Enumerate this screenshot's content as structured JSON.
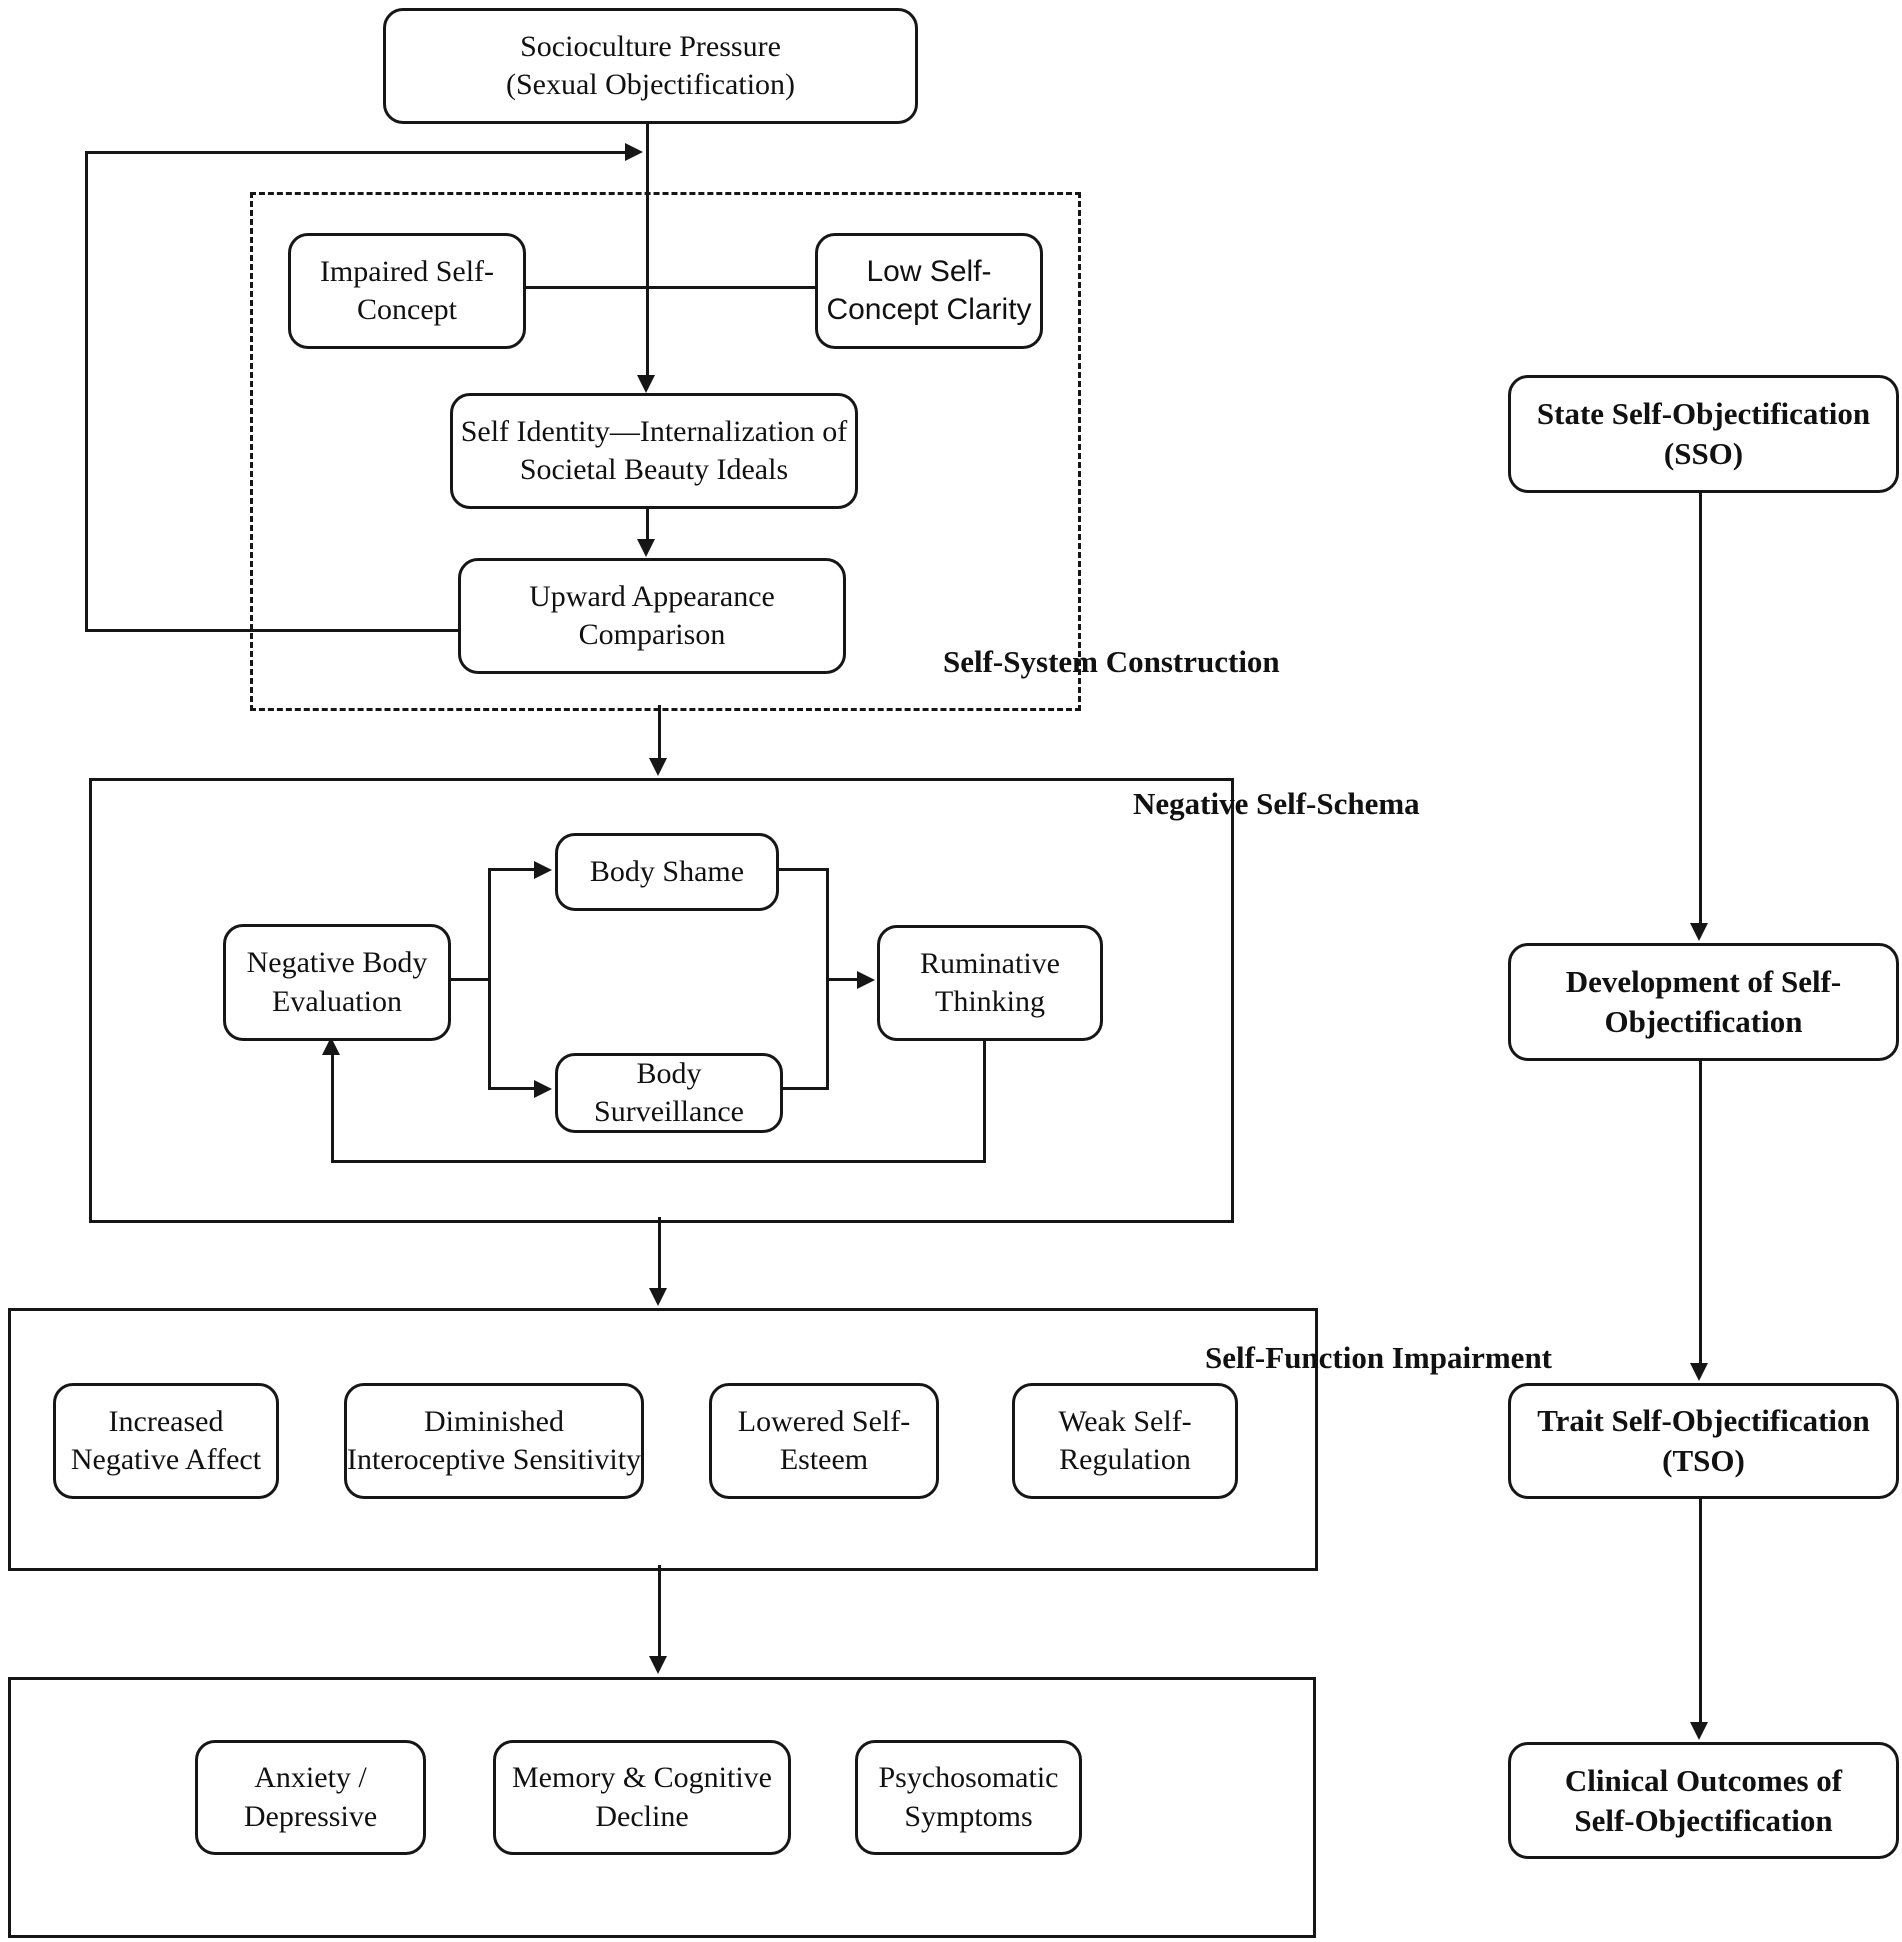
{
  "colors": {
    "line": "#161616",
    "background": "#ffffff",
    "text": "#111111"
  },
  "flow": {
    "socio": {
      "lines": [
        "Socioculture Pressure",
        "(Sexual Objectification)"
      ]
    },
    "self_system": {
      "label": "Self-System Construction",
      "impaired": {
        "lines": [
          "Impaired Self-",
          "Concept"
        ]
      },
      "low_clarity": {
        "lines": [
          "Low Self-",
          "Concept Clarity"
        ]
      },
      "self_identity": {
        "lines": [
          "Self Identity—Internalization of",
          "Societal Beauty Ideals"
        ]
      },
      "upward": {
        "lines": [
          "Upward Appearance",
          "Comparison"
        ]
      }
    },
    "negative_schema": {
      "label": "Negative Self-Schema",
      "body_shame": {
        "lines": [
          "Body Shame"
        ]
      },
      "negative_body_evaluation": {
        "lines": [
          "Negative Body",
          "Evaluation"
        ]
      },
      "ruminative": {
        "lines": [
          "Ruminative",
          "Thinking"
        ]
      },
      "body_surveillance": {
        "lines": [
          "Body",
          "Surveillance"
        ]
      }
    },
    "self_function": {
      "label": "Self-Function Impairment",
      "increased_negative_affect": {
        "lines": [
          "Increased",
          "Negative Affect"
        ]
      },
      "diminished_interoceptive": {
        "lines": [
          "Diminished",
          "Interoceptive Sensitivity"
        ]
      },
      "lowered_self_esteem": {
        "lines": [
          "Lowered Self-",
          "Esteem"
        ]
      },
      "weak_self_regulation": {
        "lines": [
          "Weak Self-",
          "Regulation"
        ]
      }
    },
    "outcomes": {
      "anxiety_depressive": {
        "lines": [
          "Anxiety /",
          "Depressive"
        ]
      },
      "memory_cognitive": {
        "lines": [
          "Memory & Cognitive",
          "Decline"
        ]
      },
      "psychosomatic": {
        "lines": [
          "Psychosomatic",
          "Symptoms"
        ]
      }
    }
  },
  "right_column": {
    "sso": {
      "lines": [
        "State Self-Objectification",
        "(SSO)"
      ]
    },
    "development": {
      "lines": [
        "Development of Self-",
        "Objectification"
      ]
    },
    "tso": {
      "lines": [
        "Trait Self-Objectification",
        "(TSO)"
      ]
    },
    "clinical": {
      "lines": [
        "Clinical Outcomes of",
        "Self-Objectification"
      ]
    }
  }
}
